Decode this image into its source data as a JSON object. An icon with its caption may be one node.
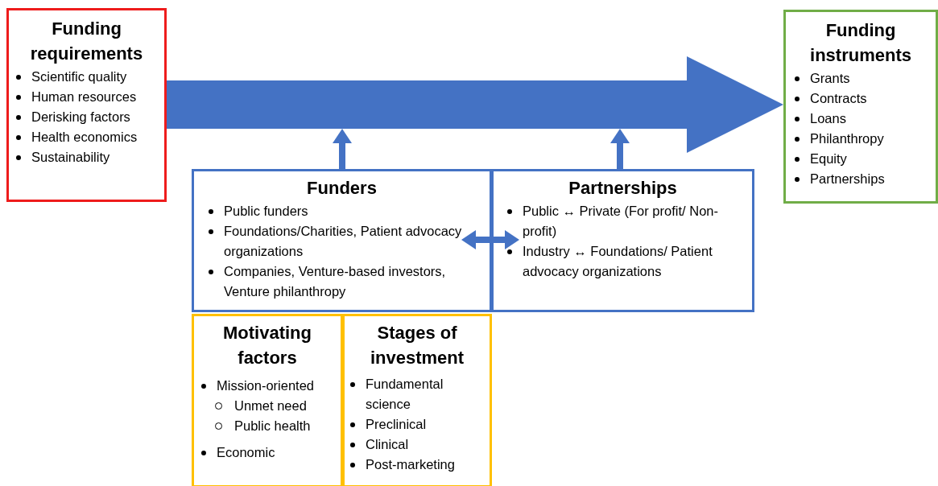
{
  "diagram": {
    "nodes": [
      {
        "text": [
          "Funding requirements",
          "Scientific quality",
          "Human resources",
          "Derisking factors",
          "Health economics",
          "Sustainability"
        ]
      },
      {
        "text": [
          "Funding instruments",
          "Grants",
          "Contracts",
          "Loans",
          "Philanthropy",
          "Equity",
          "Partnerships"
        ]
      },
      {
        "text": [
          "Funders",
          "Public funders",
          "Foundations/Charities, Patient advocacy organizations",
          "Companies, Venture-based investors, Venture philanthropy"
        ]
      },
      {
        "text": [
          "Partnerships",
          "Public ↔ Private (For profit/ Non-profit)",
          "Industry ↔ Foundations/ Patient advocacy organizations"
        ]
      },
      {
        "text": [
          "Motivating factors",
          "Mission-oriented",
          "Unmet need",
          "Public health",
          "Economic"
        ]
      },
      {
        "text": [
          "Stages of investment",
          "Fundamental science",
          "Preclinical",
          "Clinical",
          "Post-marketing"
        ]
      }
    ],
    "edges": [
      {
        "from": 0,
        "to": 1,
        "arrow": "to",
        "style": "thick"
      },
      {
        "from": 2,
        "to": null,
        "arrow": "to"
      },
      {
        "from": 3,
        "to": null,
        "arrow": "to"
      },
      {
        "from": 2,
        "to": 3,
        "arrow": "both"
      }
    ]
  }
}
